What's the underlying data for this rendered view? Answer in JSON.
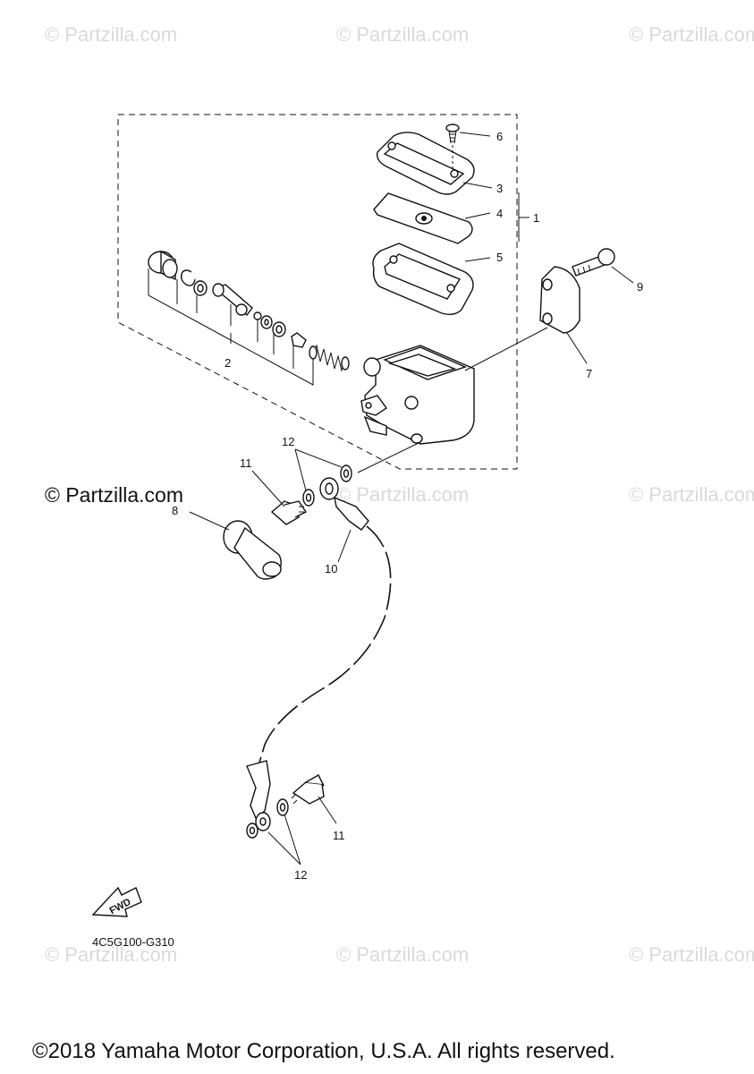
{
  "watermarks": {
    "light": "© Partzilla.com",
    "dark": "© Partzilla.com"
  },
  "callouts": {
    "c1": "1",
    "c2": "2",
    "c3": "3",
    "c4": "4",
    "c5": "5",
    "c6": "6",
    "c7": "7",
    "c8": "8",
    "c9": "9",
    "c10": "10",
    "c11a": "11",
    "c11b": "11",
    "c12a": "12",
    "c12b": "12"
  },
  "fwd_label": "FWD",
  "diagram_code": "4C5G100-G310",
  "copyright": "©2018 Yamaha Motor Corporation, U.S.A. All rights reserved."
}
